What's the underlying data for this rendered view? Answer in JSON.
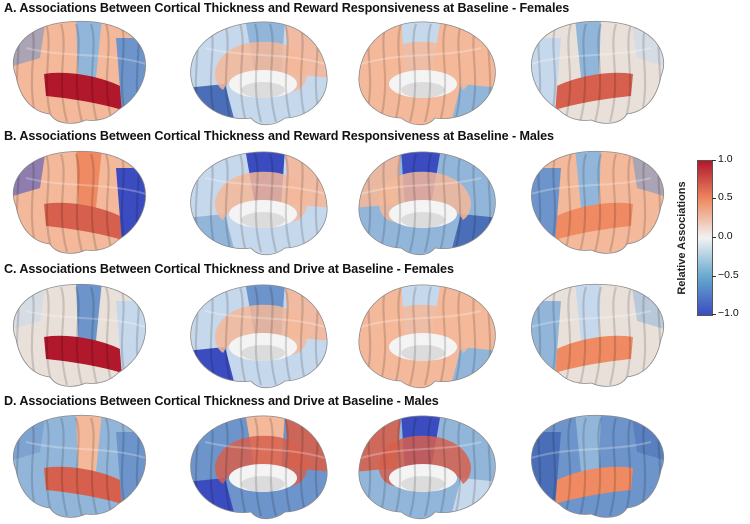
{
  "panels": [
    {
      "title": "A. Associations Between Cortical Thickness and Reward Responsiveness at Baseline - Females"
    },
    {
      "title": "B. Associations Between Cortical Thickness and Reward Responsiveness at Baseline - Males"
    },
    {
      "title": "C. Associations Between Cortical Thickness and Drive at Baseline - Females"
    },
    {
      "title": "D. Associations Between Cortical Thickness and Drive at Baseline - Males"
    }
  ],
  "colorbar": {
    "label": "Relative Associations",
    "ticks": [
      "1.0",
      "0.5",
      "0.0",
      "−0.5",
      "−1.0"
    ],
    "colors": {
      "max": "#b2182b",
      "high": "#ef8a62",
      "mid": "#f2f2f2",
      "low": "#67a9cf",
      "min": "#3b4cc0"
    }
  },
  "views": [
    "left-lateral",
    "left-medial",
    "right-medial",
    "right-lateral"
  ]
}
